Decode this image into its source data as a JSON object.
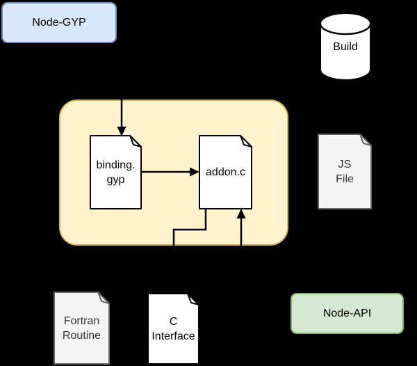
{
  "diagram": {
    "background_color": "#000000",
    "nodes": {
      "node_gyp": {
        "label": "Node-GYP",
        "shape": "rounded-rect",
        "fill": "#DAE8FC",
        "stroke": "#6C8EBF"
      },
      "build": {
        "label": "Build",
        "shape": "cylinder",
        "fill": "#FFFFFF",
        "stroke": "#000000"
      },
      "container": {
        "label": "",
        "shape": "rounded-container",
        "fill": "#FFF2CC",
        "stroke": "#D6B656"
      },
      "binding_gyp": {
        "label": "binding.\ngyp",
        "shape": "note",
        "fill": "#FFFFFF",
        "stroke": "#000000"
      },
      "addon_c": {
        "label": "addon.c",
        "shape": "note",
        "fill": "#FFFFFF",
        "stroke": "#000000"
      },
      "js_file": {
        "label": "JS\nFile",
        "shape": "note",
        "fill": "#F5F5F5",
        "stroke": "#666666",
        "text_color": "#333333"
      },
      "fortran_routine": {
        "label": "Fortran\nRoutine",
        "shape": "note",
        "fill": "#F5F5F5",
        "stroke": "#666666",
        "text_color": "#333333"
      },
      "c_interface": {
        "label": "C\nInterface",
        "shape": "note",
        "fill": "#FFFFFF",
        "stroke": "#000000"
      },
      "node_api": {
        "label": "Node-API",
        "shape": "rounded-rect",
        "fill": "#D5E8D4",
        "stroke": "#82B366"
      }
    },
    "edges": [
      {
        "id": "arrow-down-into-binding-gyp",
        "to": "binding_gyp",
        "style": "straight-arrow-down"
      },
      {
        "id": "binding-gyp-to-addon-c",
        "from": "binding_gyp",
        "to": "addon_c",
        "style": "straight-arrow-right"
      },
      {
        "id": "addon-c-elbow-down-left",
        "from": "addon_c",
        "style": "elbow-down-left-down"
      },
      {
        "id": "arrow-up-into-addon-c",
        "to": "addon_c",
        "style": "straight-arrow-up"
      }
    ]
  }
}
